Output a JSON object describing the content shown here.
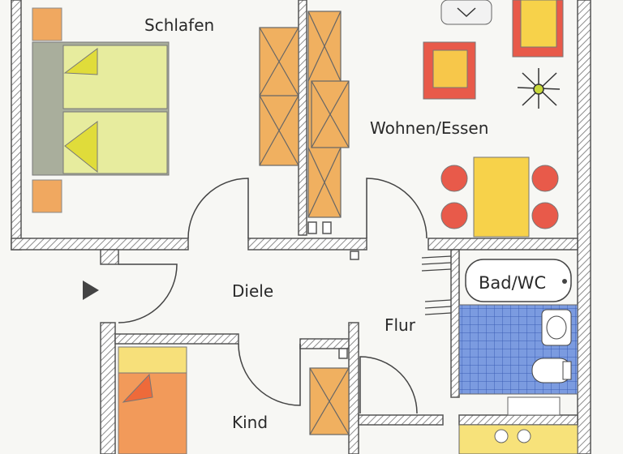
{
  "rooms": {
    "schlafen": "Schlafen",
    "wohnen_essen": "Wohnen/Essen",
    "diele": "Diele",
    "flur": "Flur",
    "bad_wc": "Bad/WC",
    "kind": "Kind"
  },
  "colors": {
    "wall_hatch": "#9a9a9a",
    "bed_green": "#e8ec9c",
    "bed_frame": "#a8ad9c",
    "wardrobe": "#f0b060",
    "chair_red": "#e85a4a",
    "table_yellow": "#f7d24a",
    "tile_blue": "#6d8fd8",
    "kid_bed": "#f29a5a"
  }
}
